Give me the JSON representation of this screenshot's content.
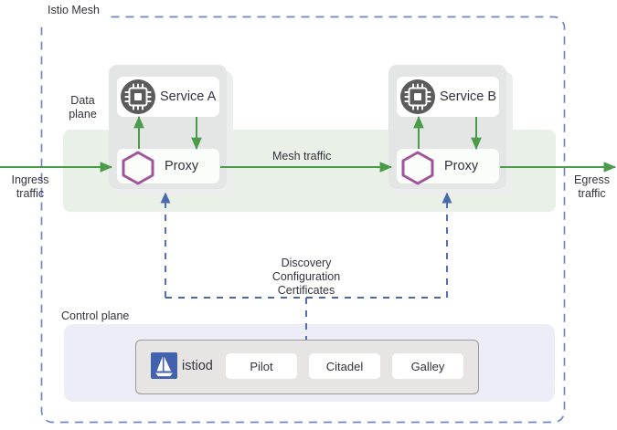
{
  "diagram": {
    "title": "Istio Mesh",
    "mesh_label": "Istio Mesh",
    "data_plane_label": "Data\nplane",
    "control_plane_label": "Control plane",
    "ingress_label": "Ingress\ntraffic",
    "egress_label": "Egress\ntraffic",
    "mesh_traffic_label": "Mesh traffic",
    "discovery_label": "Discovery\nConfiguration\nCertificates",
    "pods": [
      {
        "service_label": "Service A",
        "proxy_label": "Proxy",
        "service_icon": "cpu-chip-icon",
        "proxy_icon": "hexagon-icon"
      },
      {
        "service_label": "Service B",
        "proxy_label": "Proxy",
        "service_icon": "cpu-chip-icon",
        "proxy_icon": "hexagon-icon"
      }
    ],
    "control_plane": {
      "istiod_label": "istiod",
      "istiod_icon": "sailboat-logo-icon",
      "components": [
        {
          "label": "Pilot"
        },
        {
          "label": "Citadel"
        },
        {
          "label": "Galley"
        }
      ]
    },
    "colors": {
      "mesh_border": "#7285c4",
      "traffic_arrow": "#4a9c4a",
      "control_arrow": "#4a69ad",
      "data_plane_band": "#e9f0e7",
      "control_plane_band": "#ecedf6",
      "pod_fill": "#e4e5e5",
      "service_circle": "#5b5b5b",
      "proxy_hexagon": "#a0559b",
      "istiod_logo": "#4362ad",
      "text": "#33323e"
    }
  }
}
